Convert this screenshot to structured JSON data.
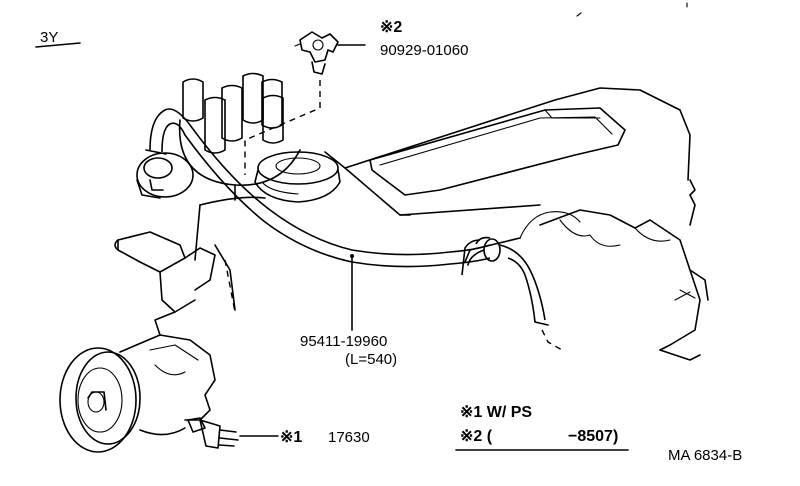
{
  "model": "3Y",
  "parts": {
    "vsv": {
      "ref": "※2",
      "part_no": "90929-01060"
    },
    "hose": {
      "part_no": "95411-19960",
      "length": "(L=540)"
    },
    "switch": {
      "ref": "※1",
      "part_no": "17630"
    }
  },
  "legend": {
    "note1": "※1 W/ PS",
    "note2_ref": "※2 (",
    "note2_value": "−8507)"
  },
  "footer_code": "MA  6834-B"
}
